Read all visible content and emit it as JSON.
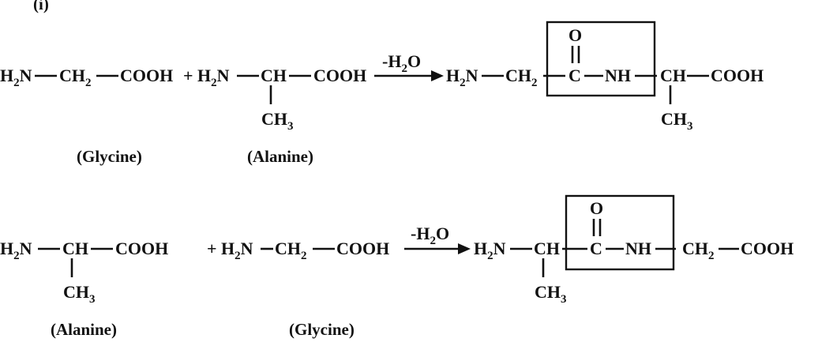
{
  "header": {
    "fragment": "(i)"
  },
  "reaction1": {
    "glycine": {
      "amine": "H",
      "amine_sub": "2",
      "amine_n": "N",
      "ch2": "CH",
      "ch2_sub": "2",
      "cooh": "COOH"
    },
    "plus_amine": "+ H",
    "plus_amine_sub": "2",
    "plus_amine_n": "N",
    "alanine": {
      "ch": "CH",
      "cooh": "COOH",
      "methyl": "CH",
      "methyl_sub": "3"
    },
    "arrow_label_prefix": "-H",
    "arrow_label_sub": "2",
    "arrow_label_suffix": "O",
    "product": {
      "amine": "H",
      "amine_sub": "2",
      "amine_n": "N",
      "ch2": "CH",
      "ch2_sub": "2",
      "oxygen": "O",
      "carbon": "C",
      "nh": "NH",
      "ch": "CH",
      "cooh": "COOH",
      "methyl": "CH",
      "methyl_sub": "3"
    },
    "label_left": "(Glycine)",
    "label_right": "(Alanine)"
  },
  "reaction2": {
    "alanine": {
      "amine": "H",
      "amine_sub": "2",
      "amine_n": "N",
      "ch": "CH",
      "cooh": "COOH",
      "methyl": "CH",
      "methyl_sub": "3"
    },
    "plus_amine": "+ H",
    "plus_amine_sub": "2",
    "plus_amine_n": "N",
    "glycine": {
      "ch2": "CH",
      "ch2_sub": "2",
      "cooh": "COOH"
    },
    "arrow_label_prefix": "-H",
    "arrow_label_sub": "2",
    "arrow_label_suffix": "O",
    "product": {
      "amine": "H",
      "amine_sub": "2",
      "amine_n": "N",
      "ch": "CH",
      "oxygen": "O",
      "carbon": "C",
      "nh": "NH",
      "ch2": "CH",
      "ch2_sub": "2",
      "cooh": "COOH",
      "methyl": "CH",
      "methyl_sub": "3"
    },
    "label_left": "(Alanine)",
    "label_right": "(Glycine)"
  }
}
